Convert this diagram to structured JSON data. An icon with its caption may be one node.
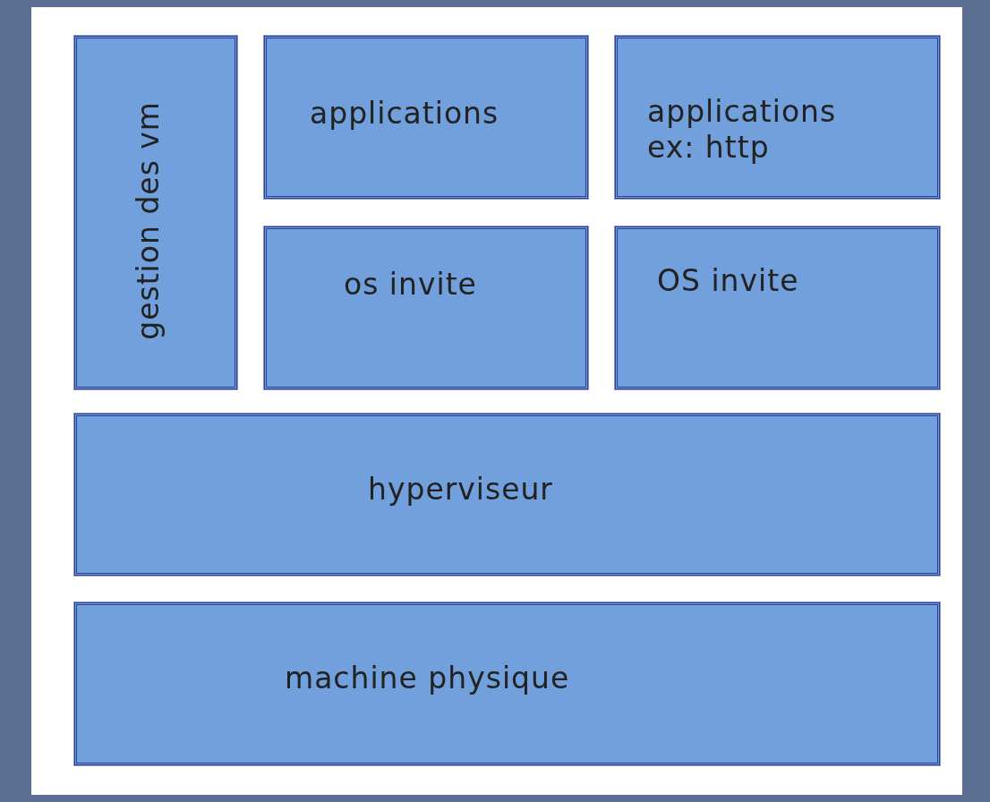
{
  "diagram": {
    "nodes": [
      {
        "text": [
          "gestion des vm"
        ]
      },
      {
        "text": [
          "applications"
        ]
      },
      {
        "text": [
          "applications ex: http"
        ]
      },
      {
        "text": [
          "os invite"
        ]
      },
      {
        "text": [
          "OS invite"
        ]
      },
      {
        "text": [
          "hyperviseur"
        ]
      },
      {
        "text": [
          "machine physique"
        ]
      }
    ]
  }
}
